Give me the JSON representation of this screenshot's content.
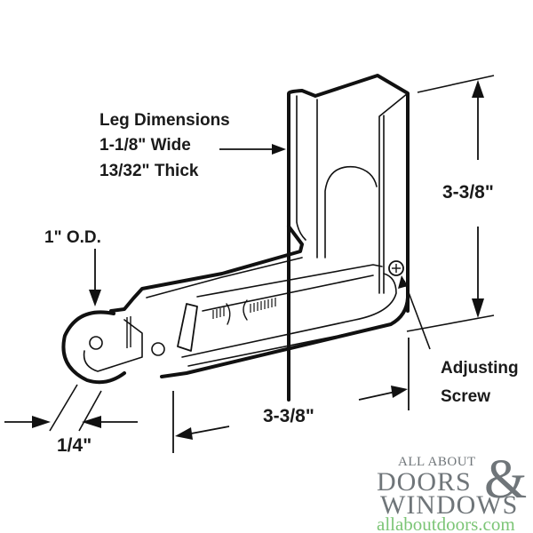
{
  "diagram": {
    "subject": "sliding screen door roller assembly",
    "labels": {
      "leg_dimensions_title": "Leg Dimensions",
      "leg_width": "1-1/8\" Wide",
      "leg_thickness": "13/32\" Thick",
      "wheel_diameter": "1\" O.D.",
      "wheel_width": "1/4\"",
      "height_dimension": "3-3/8\"",
      "length_dimension": "3-3/8\"",
      "adjusting_screw_line1": "Adjusting",
      "adjusting_screw_line2": "Screw"
    }
  },
  "logo": {
    "line1": "ALL ABOUT",
    "line2": "DOORS",
    "ampersand": "&",
    "line3": "WINDOWS",
    "url": "allaboutdoors.com",
    "colors": {
      "text": "#6f7579",
      "url": "#7cc576"
    }
  }
}
